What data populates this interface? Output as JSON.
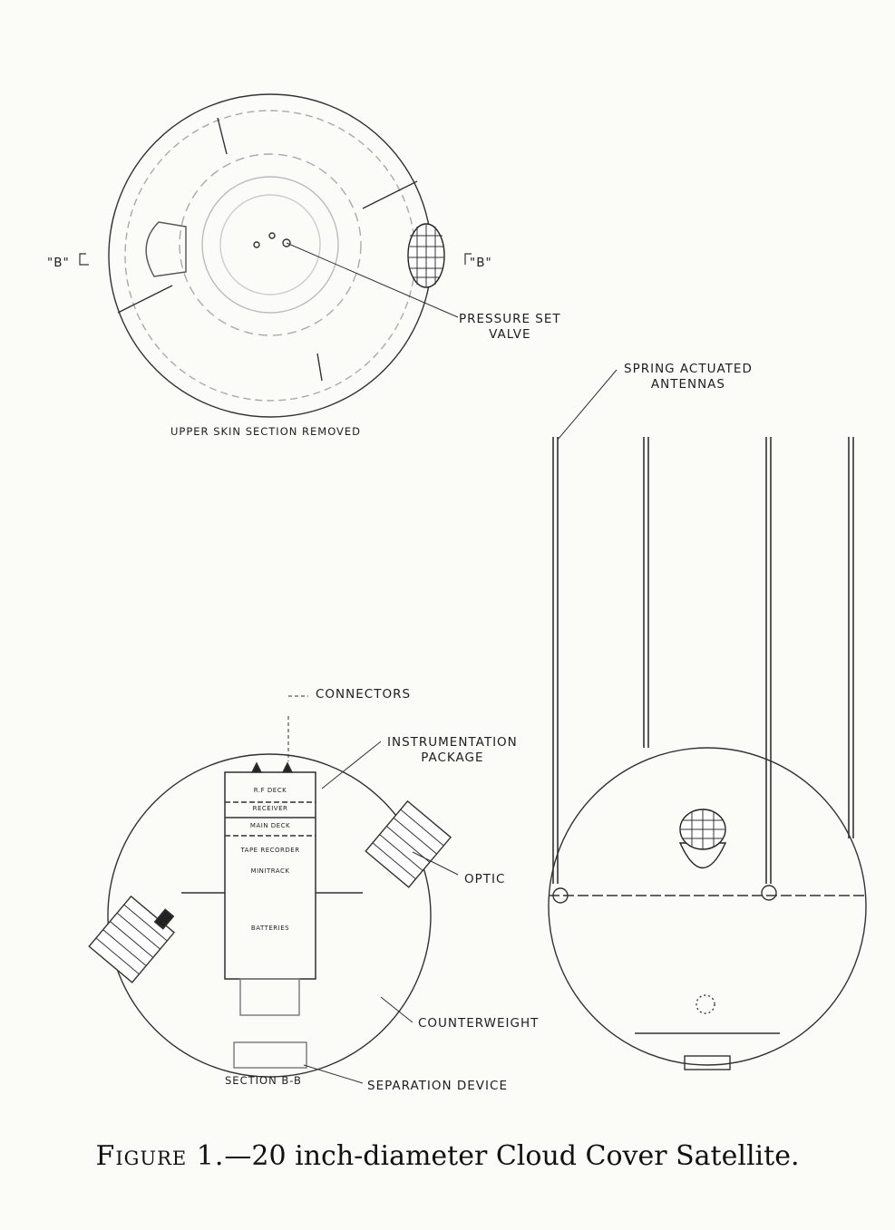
{
  "labels": {
    "section_b_left": "\"B\"",
    "section_b_right": "\"B\"",
    "pressure_set_valve": [
      "PRESSURE SET",
      "VALVE"
    ],
    "upper_skin": "UPPER SKIN SECTION REMOVED",
    "spring_antennas": [
      "SPRING ACTUATED",
      "ANTENNAS"
    ],
    "connectors": "CONNECTORS",
    "instrumentation_package": [
      "INSTRUMENTATION",
      "PACKAGE"
    ],
    "optic": "OPTIC",
    "counterweight": "COUNTERWEIGHT",
    "section_bb": "SECTION B-B",
    "separation_device": "SEPARATION DEVICE"
  },
  "package_decks": [
    "R.F DECK",
    "RECEIVER",
    "MAIN DECK",
    "TAPE RECORDER",
    "MINITRACK",
    "BATTERIES"
  ],
  "caption": {
    "figure": "Figure 1.",
    "text": "—20 inch-diameter Cloud Cover Satellite."
  }
}
